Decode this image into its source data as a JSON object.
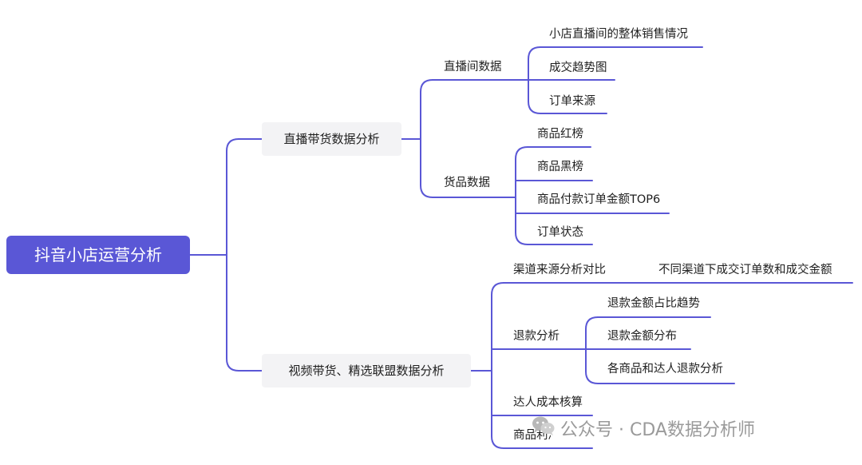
{
  "diagram": {
    "root": "抖音小店运营分析",
    "branches": [
      {
        "label": "直播带货数据分析",
        "children": [
          {
            "label": "直播间数据",
            "children": [
              "小店直播间的整体销售情况",
              "成交趋势图",
              "订单来源"
            ]
          },
          {
            "label": "货品数据",
            "children": [
              "商品红榜",
              "商品黑榜",
              "商品付款订单金额TOP6",
              "订单状态"
            ]
          }
        ]
      },
      {
        "label": "视频带货、精选联盟数据分析",
        "children": [
          {
            "label": "渠道来源分析对比",
            "children": [
              "不同渠道下成交订单数和成交金额"
            ]
          },
          {
            "label": "退款分析",
            "children": [
              "退款金额占比趋势",
              "退款金额分布",
              "各商品和达人退款分析"
            ]
          },
          {
            "label": "达人成本核算",
            "children": []
          },
          {
            "label": "商品利润核算",
            "children": []
          }
        ]
      }
    ]
  },
  "watermark": {
    "text": "公众号 · CDA数据分析师",
    "icon": "wechat-icon"
  },
  "colors": {
    "root_fill": "#5a57d6",
    "line": "#5a57d6",
    "branch_fill": "#f3f3f5"
  }
}
